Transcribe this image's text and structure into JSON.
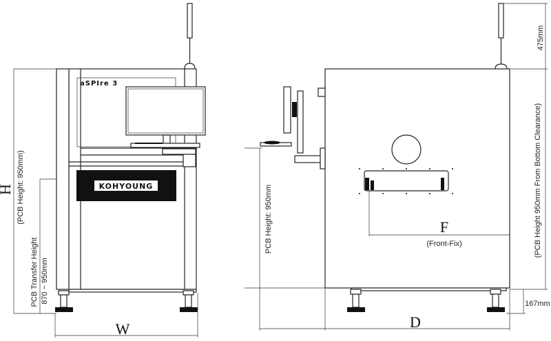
{
  "front_view": {
    "model_label": "aSPIre 3",
    "brand_label": "KOHYOUNG",
    "dim_height_letter": "H",
    "pcb_height_note": "(PCB Height: 950mm)",
    "pcb_transfer_label": "PCB Transfer Height",
    "pcb_transfer_range": "870 ~ 950mm",
    "dim_width_letter": "W"
  },
  "side_view": {
    "tower_light_height": "475mm",
    "pcb_height_right_note": "(PCB Height 950mm From Bottom Clearance)",
    "pcb_height_left_note": "PCB Height: 950mm",
    "dim_front_fix_letter": "F",
    "front_fix_note": "(Front-Fix)",
    "bottom_clearance": "167mm",
    "dim_depth_letter": "D"
  }
}
